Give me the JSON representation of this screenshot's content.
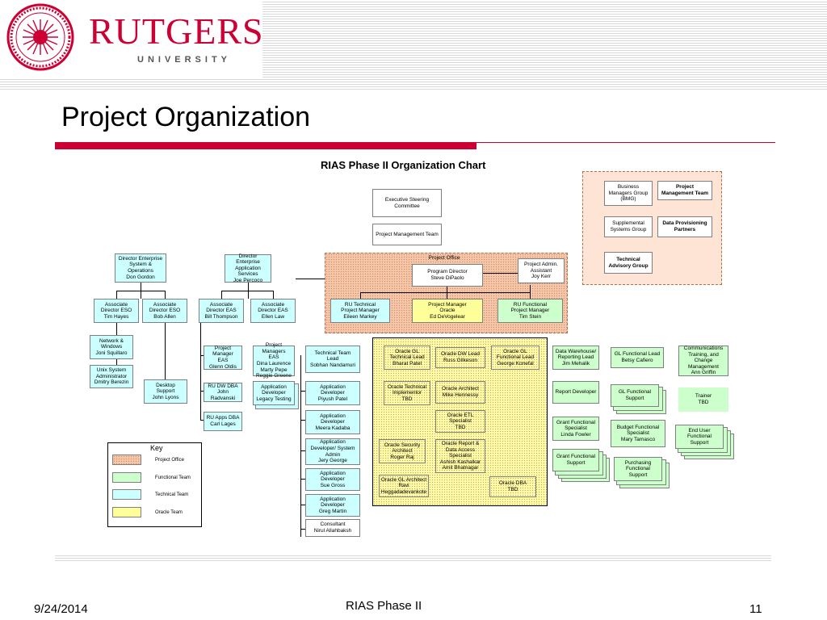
{
  "header": {
    "logo_name": "RUTGERS",
    "logo_sub": "UNIVERSITY",
    "seal_text": "RUTGERS 1766 THE STATE UNIVERSITY OF NEW JERSEY"
  },
  "page_title": "Project Organization",
  "chart_title": "RIAS Phase II Organization Chart",
  "footer": {
    "date": "9/24/2014",
    "center": "RIAS Phase II",
    "page": "11"
  },
  "colors": {
    "accent_red": "#cc0033",
    "project_office": "#f5c6a8",
    "functional_team": "#ccffcc",
    "technical_team": "#ccffff",
    "oracle_team": "#ffff99"
  },
  "boxes": {
    "steering": "Executive Steering\nCommittee",
    "pmt": "Project Management Team",
    "bmg": "Business\nManagers Group\n(BMG)",
    "proj_mgmt_team": "Project\nManagement Team",
    "supp_sys": "Supplemental\nSystems Group",
    "data_prov": "Data Provisioning\nPartners",
    "tech_adv": "Technical\nAdvisory Group",
    "dir_eso": "Director Enterprise\nSystem &\nOperations\nDon Gordon",
    "dir_eas": "Director Enterprise\nApplication\nServices\nJoe Percoco",
    "project_office": "Project Office",
    "program_director": "Program Director\nSteve DiPaolo",
    "admin_assistant": "Project Admin.\nAssistant\nJoy Kerr",
    "ru_tech_pm": "RU Technical\nProject Manager\nEileen Markey",
    "oracle_pm": "Project Manager\nOracle\nEd DeVogelear",
    "ru_func_pm": "RU Functional\nProject Manager\nTim Stein",
    "assoc_eso_1": "Associate\nDirector ESO\nTim Hayes",
    "assoc_eso_2": "Associate\nDirector ESO\nBob Allen",
    "assoc_eas_1": "Associate\nDirector EAS\nBill Thompson",
    "assoc_eas_2": "Associate\nDirector EAS\nEllen Law",
    "network": "Network &\nWindows\nJoni Squillaro",
    "unix": "Unix System\nAdministrator\nDmitry Berezin",
    "desktop": "Desktop\nSupport\nJohn Lyons",
    "pm_eas": "Project Manager\nEAS\nGlenn Oldis",
    "pms_eas": "Project Managers\nEAS\nDina Laurence\nMarty Pepe\nReggie Greene",
    "ru_dw_dba": "RU DW DBA\nJohn Radvanski",
    "app_dev_testing": "Application\nDeveloper\nLegacy Testing",
    "ru_apps_dba": "RU Apps DBA\nCarl Lages",
    "tech_team_lead": "Technical Team\nLead\nSobhan Nandamuri",
    "app_dev_piyush": "Application\nDeveloper\nPiyush Patel",
    "app_dev_meera": "Application\nDeveloper\nMeera Kadaba",
    "app_dev_jery": "Application\nDeveloper/ System\nAdmin\nJery George",
    "app_dev_sue": "Application\nDeveloper\nSue Gross",
    "app_dev_greg": "Application\nDeveloper\nGreg Martin",
    "consultant": "Consultant\nNirul Allahbaksh",
    "oracle_gl_tech": "Oracle GL\nTechnical Lead\nBharat Patel",
    "oracle_dw_lead": "Oracle DW Lead\nRuss Gilkeson",
    "oracle_gl_func": "Oracle GL\nFunctional Lead\nGeorge Konefal",
    "oracle_tech_impl": "Oracle Technical\nImplementor\nTBD",
    "oracle_architect": "Oracle Architect\nMike Hennessy",
    "oracle_etl": "Oracle ETL\nSpecialist\nTBD",
    "oracle_security": "Oracle Security\nArchitect\nRoger Raj",
    "oracle_report": "Oracle Report &\nData Access\nSpecialist\nAshish Kashalkar\nAmit Bhatnagar",
    "oracle_gl_arch": "Oracle GL Architect\nRavi\nHeggadadevankote",
    "oracle_dba": "Oracle DBA\nTBD",
    "dw_report_lead": "Data Warehouse/\nReporting Lead\nJim Mehalik",
    "gl_func_lead": "GL Functional Lead\nBetsy Cafiero",
    "comm_training": "Communications\nTraining, and\nChange\nManagement\nAnn Griffin",
    "report_dev": "Report Developer",
    "gl_func_support": "GL Functional\nSupport",
    "trainer": "Trainer\nTBD",
    "grant_func_spec": "Grant Functional\nSpecialist\nLinda Fowler",
    "budget_func_spec": "Budget Functional\nSpecialist\nMary Tamasco",
    "end_user_support": "End User\nFunctional\nSupport",
    "grant_func_support": "Grant Functional\nSupport",
    "purchasing_support": "Purchasing\nFunctional\nSupport"
  },
  "key": {
    "title": "Key",
    "items": [
      "Project Office",
      "Functional Team",
      "Technical Team",
      "Oracle Team"
    ]
  }
}
